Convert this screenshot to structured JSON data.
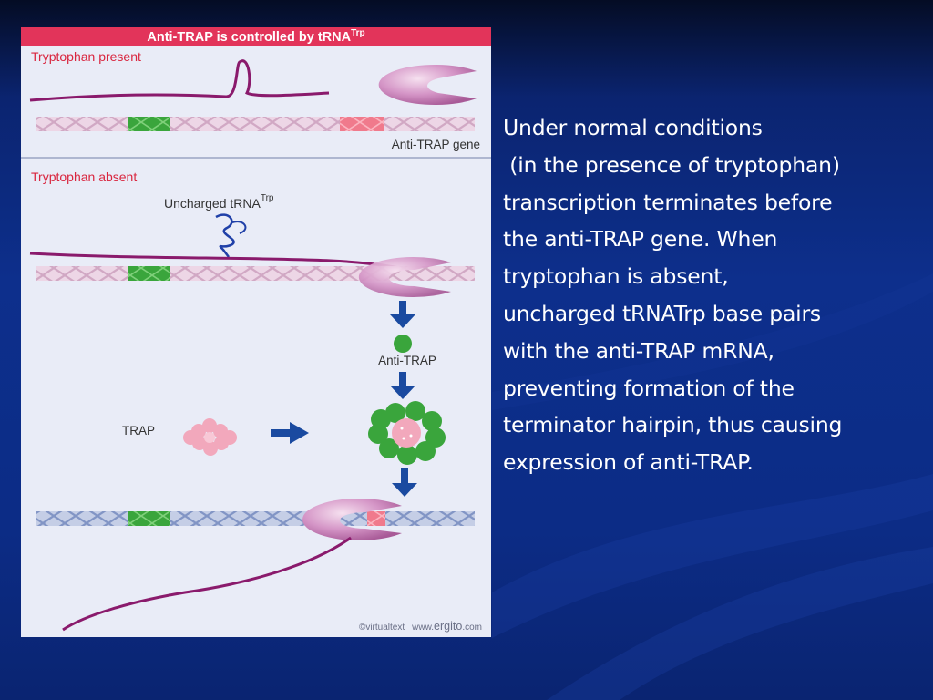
{
  "figure": {
    "title": "Anti-TRAP is controlled by tRNA",
    "title_sup": "Trp",
    "panel_top_label": "Tryptophan present",
    "gene_label": "Anti-TRAP gene",
    "panel_bottom_label": "Tryptophan absent",
    "trna_label": "Uncharged tRNA",
    "trna_sup": "Trp",
    "antitrap_label": "Anti-TRAP",
    "trap_label": "TRAP",
    "credit_left": "©virtualtext",
    "credit_www": "www.",
    "credit_brand": "ergito",
    "credit_tld": ".com"
  },
  "body_lines": [
    "Under normal conditions",
    " (in the presence of tryptophan)",
    "transcription terminates before",
    "the anti-TRAP gene. When",
    "tryptophan is absent,",
    "uncharged tRNATrp base pairs",
    "with the anti-TRAP mRNA,",
    "preventing formation of the",
    "terminator hairpin, thus causing",
    "expression of anti-TRAP."
  ],
  "colors": {
    "title_bar": "#e2345a",
    "label_red": "#d9263f",
    "mrna": "#8a1a6c",
    "dna_pink": "#e2c4da",
    "dna_blue": "#8a9cc8",
    "green_box": "#3aa53c",
    "pink_box": "#f07a8c",
    "rnap": "#c580b8",
    "arrow": "#1a4aa0",
    "antitrap_green": "#3aa53c",
    "trap_pink": "#f2a8bc"
  }
}
